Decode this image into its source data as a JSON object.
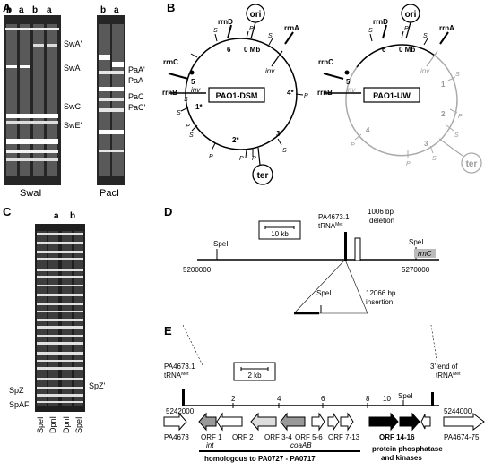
{
  "panels": {
    "A": {
      "letter": "A",
      "gel1": {
        "lanes": [
          "b",
          "a",
          "b",
          "a"
        ],
        "enzyme": "SwaI",
        "bands": [
          "SwA'",
          "SwA",
          "SwC",
          "SwE'"
        ]
      },
      "gel2": {
        "lanes": [
          "b",
          "a"
        ],
        "enzyme": "PacI",
        "bands": [
          "PaA'",
          "PaA",
          "PaC",
          "PaC'"
        ]
      }
    },
    "B": {
      "letter": "B",
      "map1": {
        "name": "PAO1-DSM",
        "ori": "ori",
        "ter": "ter",
        "mb": "0 Mb",
        "six": "6",
        "five": "5",
        "rrnD": "rrnD",
        "rrnA": "rrnA",
        "rrnC": "rrnC",
        "rrnB": "rrnB",
        "inv": "inv",
        "S": "S",
        "P": "P",
        "marks": [
          "1*",
          "2*",
          "3*",
          "4*"
        ]
      },
      "map2": {
        "name": "PAO1-UW",
        "ori": "ori",
        "ter": "ter",
        "mb": "0 Mb",
        "six": "6",
        "five": "5",
        "rrnD": "rrnD",
        "rrnA": "rrnA",
        "rrnC": "rrnC",
        "rrnB": "rrnB",
        "inv": "inv",
        "S": "S",
        "P": "P",
        "marks": [
          "1",
          "2",
          "3",
          "4"
        ]
      }
    },
    "C": {
      "letter": "C",
      "lanes": [
        "a",
        "b"
      ],
      "lane_labels": [
        "SpeI",
        "DpnI",
        "DpnI",
        "SpeI"
      ],
      "bands_left": [
        "SpZ",
        "SpAF"
      ],
      "bands_right": [
        "SpZ'"
      ]
    },
    "D": {
      "letter": "D",
      "spel1": "SpeI",
      "spel2": "SpeI",
      "spel3": "SpeI",
      "trna_id": "PA4673.1",
      "trna": "tRNA",
      "trna_sup": "Met",
      "deletion": "1006 bp\ndeletion",
      "deletion_l1": "1006 bp",
      "deletion_l2": "deletion",
      "scale": "10 kb",
      "rrnC": "rrnC",
      "pos_start": "5200000",
      "pos_end": "5270000",
      "insertion_l1": "12066 bp",
      "insertion_l2": "insertion"
    },
    "E": {
      "letter": "E",
      "trna_id": "PA4673.1",
      "trna": "tRNA",
      "trna_sup": "Met",
      "end_l1": "3' end of",
      "end_trna": "tRNA",
      "end_sup": "Met",
      "scale": "2 kb",
      "ticks": [
        "2",
        "4",
        "6",
        "8",
        "10"
      ],
      "spel": "SpeI",
      "pos_start": "5242000",
      "pos_end": "5244000",
      "genes": [
        "PA4673",
        "ORF 1",
        "ORF 2",
        "ORF 3-4",
        "ORF 5-6",
        "ORF 7-13",
        "ORF 14-16",
        "PA4674-75"
      ],
      "int": "int",
      "coaAB": "coaAB",
      "homologous": "homologous to PA0727 - PA0717",
      "protein_l1": "protein phosphatase",
      "protein_l2": "and kinases"
    }
  }
}
